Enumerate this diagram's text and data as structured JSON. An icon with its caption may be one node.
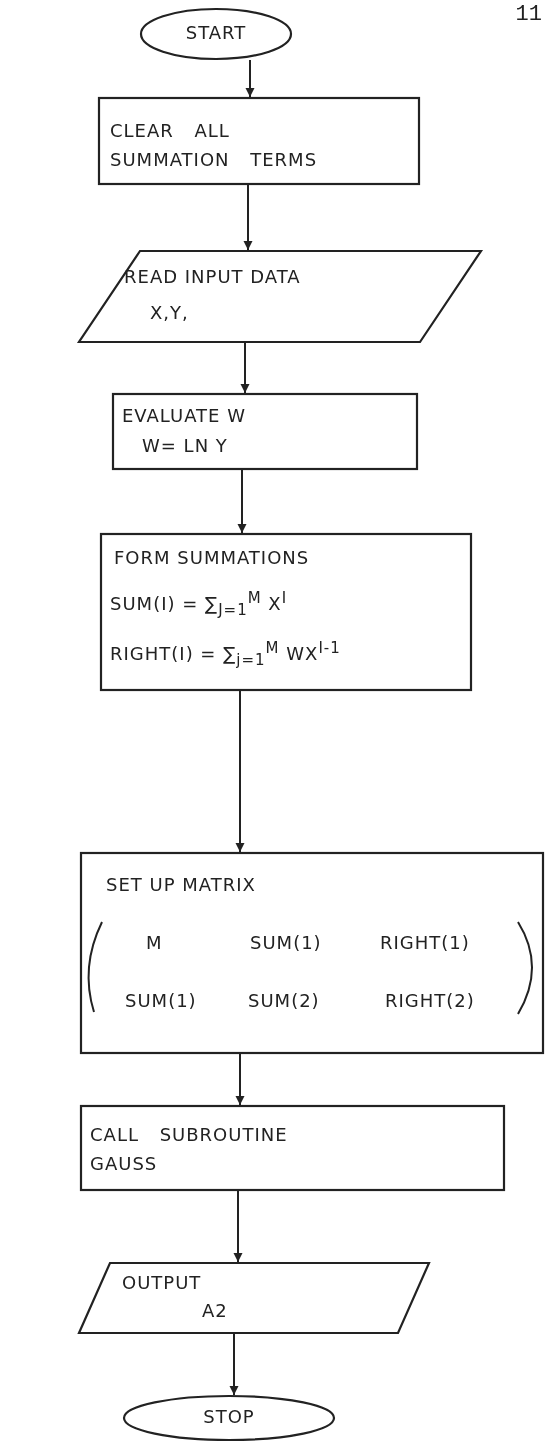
{
  "diagram": {
    "nodes": [
      {
        "text": [
          "START"
        ]
      },
      {
        "text": [
          "CLEAR ALL SUMMATION TERMS"
        ]
      },
      {
        "text": [
          "READ INPUT DATA",
          "X,Y,"
        ]
      },
      {
        "text": [
          "EVALUATE W",
          "W= LN Y"
        ]
      },
      {
        "text": [
          "FORM SUMMATIONS",
          "SUM(I) = ∑$_{J=1}$$^{M}$ X$^{I}$",
          "RIGHT(I) = ∑$_{j=1}$$^{M}$ WX$^{I-1}$"
        ]
      },
      {
        "text": [
          "SET UP MATRIX",
          "M",
          "SUM(1)",
          "RIGHT(1)",
          "SUM(1)",
          "SUM(2)",
          "RIGHT(2)"
        ]
      },
      {
        "text": [
          "CALL SUBROUTINE GAUSS"
        ]
      },
      {
        "text": [
          "OUTPUT",
          "A2"
        ]
      },
      {
        "text": [
          "STOP"
        ]
      }
    ],
    "edges": [
      {
        "from": 0,
        "to": 1,
        "arrow": "to"
      },
      {
        "from": 1,
        "to": 2,
        "arrow": "to"
      },
      {
        "from": 2,
        "to": 3,
        "arrow": "to"
      },
      {
        "from": 3,
        "to": 4,
        "arrow": "to"
      },
      {
        "from": 4,
        "to": 5,
        "arrow": "to"
      },
      {
        "from": 5,
        "to": 6,
        "arrow": "to"
      },
      {
        "from": 6,
        "to": 7,
        "arrow": "to"
      },
      {
        "from": 7,
        "to": 8,
        "arrow": "to"
      }
    ],
    "labels": [
      "11"
    ]
  }
}
